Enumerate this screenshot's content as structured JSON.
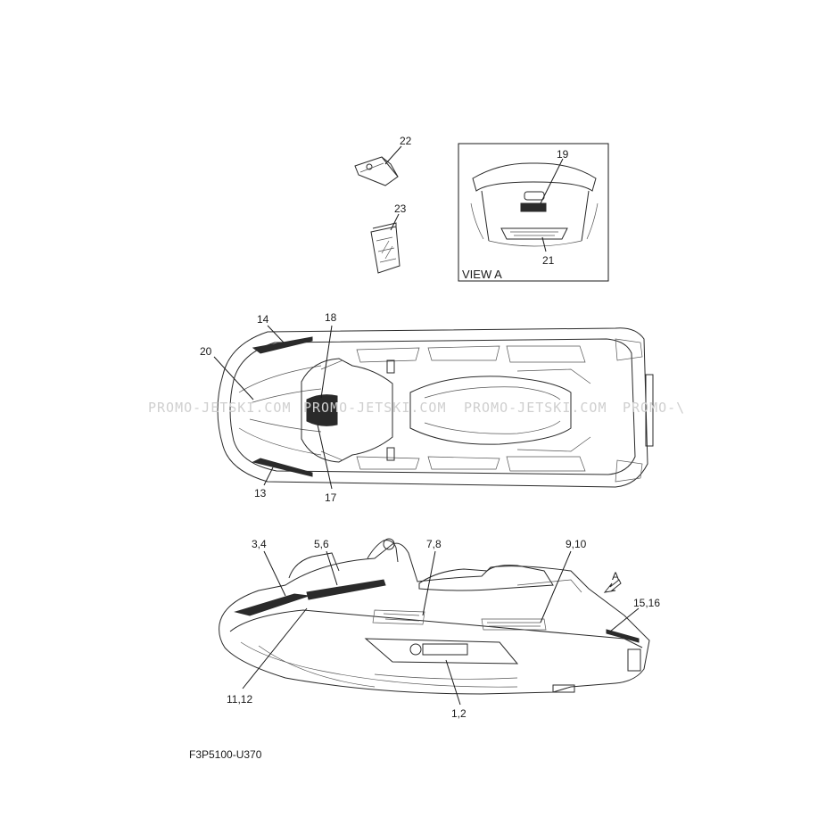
{
  "diagram": {
    "code": "F3P5100-U370",
    "view_label": "VIEW A",
    "arrow_label": "A",
    "watermarks": [
      "PROMO-JETSKI.COM",
      "PROMO-JETSKI.COM",
      "PROMO-JETSKI.COM",
      "PROMO-\\"
    ],
    "callouts": {
      "c22": "22",
      "c23": "23",
      "c19": "19",
      "c21": "21",
      "c14": "14",
      "c18": "18",
      "c20": "20",
      "c13": "13",
      "c17": "17",
      "c3_4": "3,4",
      "c5_6": "5,6",
      "c7_8": "7,8",
      "c9_10": "9,10",
      "c15_16": "15,16",
      "c11_12": "11,12",
      "c1_2": "1,2"
    }
  }
}
